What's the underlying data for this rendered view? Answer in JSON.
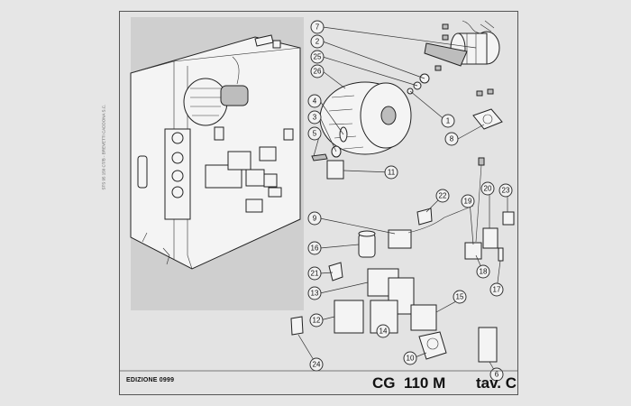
{
  "edition_label": "EDIZIONE 0999",
  "model_code": "CG  110 M",
  "table_ref": "tav. C",
  "side_note": "STS 95 150 CT/B - BREVETTI CADDONA S.C.",
  "callouts": [
    "7",
    "2",
    "25",
    "26",
    "4",
    "3",
    "5",
    "1",
    "8",
    "11",
    "22",
    "9",
    "16",
    "19",
    "20",
    "23",
    "21",
    "13",
    "18",
    "17",
    "15",
    "12",
    "14",
    "10",
    "24",
    "6"
  ],
  "colors": {
    "sheet": "#e3e3e3",
    "inset": "#cfcfcf",
    "line": "#222222"
  }
}
